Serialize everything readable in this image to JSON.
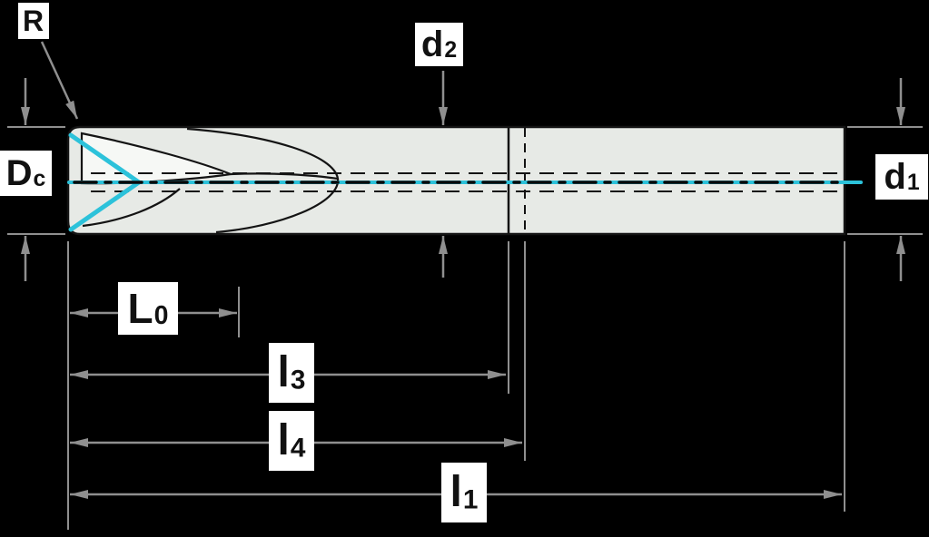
{
  "diagram": {
    "description_labels": {
      "R": {
        "main": "R",
        "sub": ""
      },
      "d2": {
        "main": "d",
        "sub": "2"
      },
      "Dc": {
        "main": "D",
        "sub": "c"
      },
      "d1": {
        "main": "d",
        "sub": "1"
      },
      "L0": {
        "main": "L",
        "sub": "0"
      },
      "l3": {
        "main": "l",
        "sub": "3"
      },
      "l4": {
        "main": "l",
        "sub": "4"
      },
      "l1": {
        "main": "l",
        "sub": "1"
      }
    },
    "colors": {
      "background": "#000000",
      "tool_fill": "#e7eae6",
      "tool_facet_highlight": "#f6f8f5",
      "tool_outline": "#141414",
      "centerline_cyan": "#2cc2da",
      "centerline_dash_overlay": "#0a0a0a",
      "dimension_line_gray": "#8f8f8f",
      "label_background": "#ffffff",
      "label_text": "#111111"
    }
  }
}
